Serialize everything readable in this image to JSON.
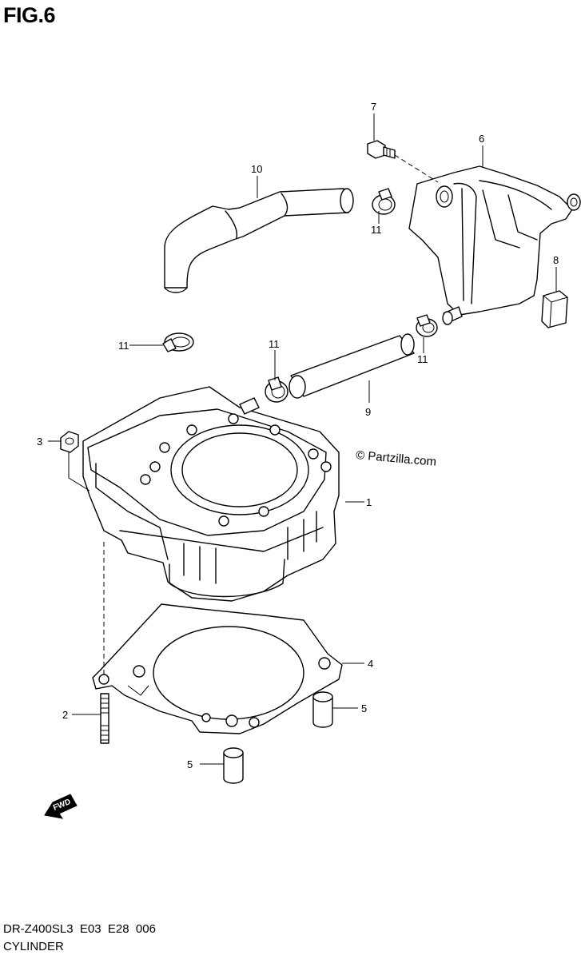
{
  "figure": {
    "title": "FIG.6",
    "watermark": "© Partzilla.com",
    "model_code": "DR-Z400SL3  E03  E28  006",
    "section_name": "CYLINDER",
    "fwd_label": "FWD"
  },
  "callouts": [
    {
      "id": "c1",
      "text": "1"
    },
    {
      "id": "c2",
      "text": "2"
    },
    {
      "id": "c3",
      "text": "3"
    },
    {
      "id": "c4",
      "text": "4"
    },
    {
      "id": "c5a",
      "text": "5"
    },
    {
      "id": "c5b",
      "text": "5"
    },
    {
      "id": "c6",
      "text": "6"
    },
    {
      "id": "c7",
      "text": "7"
    },
    {
      "id": "c8",
      "text": "8"
    },
    {
      "id": "c9",
      "text": "9"
    },
    {
      "id": "c10",
      "text": "10"
    },
    {
      "id": "c11a",
      "text": "11"
    },
    {
      "id": "c11b",
      "text": "11"
    },
    {
      "id": "c11c",
      "text": "11"
    },
    {
      "id": "c11d",
      "text": "11"
    }
  ]
}
